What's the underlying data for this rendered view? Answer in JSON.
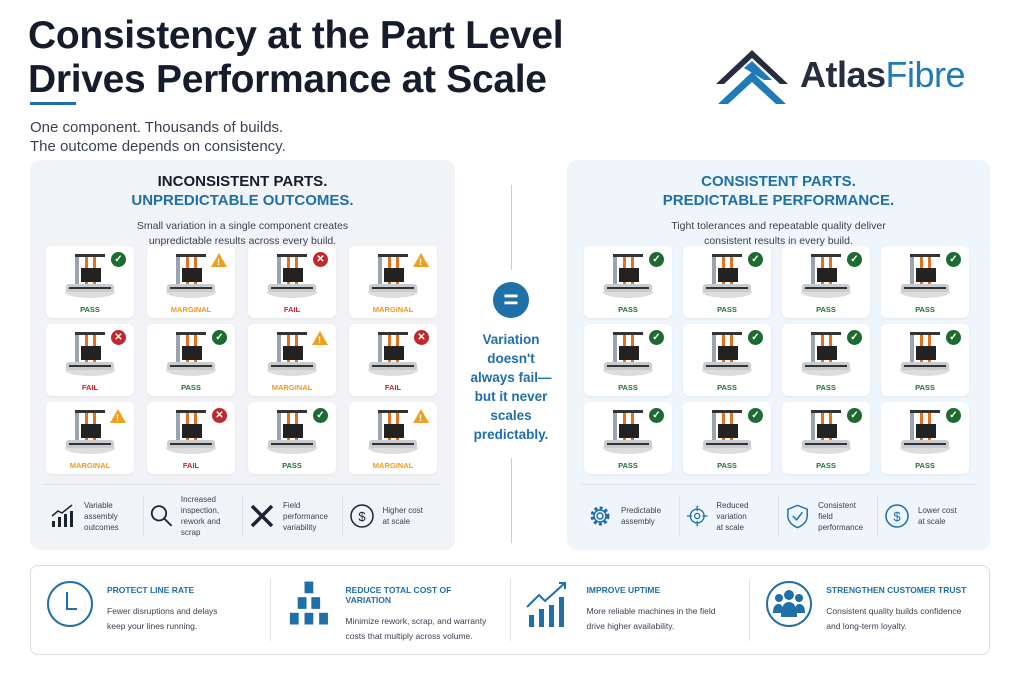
{
  "header": {
    "title_line1": "Consistency at the Part Level",
    "title_line2": "Drives Performance at Scale",
    "subtitle_line1": "One component. Thousands of builds.",
    "subtitle_line2": "The outcome depends on consistency."
  },
  "logo": {
    "part1": "Atlas",
    "part2": "Fibre"
  },
  "left_panel": {
    "heading1": "INCONSISTENT PARTS.",
    "heading2": "UNPREDICTABLE OUTCOMES.",
    "desc_line1": "Small variation in a single component creates",
    "desc_line2": "unpredictable results across every build.",
    "cards": [
      "PASS",
      "MARGINAL",
      "FAIL",
      "MARGINAL",
      "FAIL",
      "PASS",
      "MARGINAL",
      "FAIL",
      "MARGINAL",
      "FAIL",
      "PASS",
      "MARGINAL"
    ],
    "features": [
      {
        "icon": "bar-chart-trend-icon",
        "l1": "Variable",
        "l2": "assembly",
        "l3": "outcomes"
      },
      {
        "icon": "magnifier-icon",
        "l1": "Increased",
        "l2": "inspection,",
        "l3": "rework and scrap"
      },
      {
        "icon": "tools-icon",
        "l1": "Field",
        "l2": "performance",
        "l3": "variability"
      },
      {
        "icon": "dollar-icon",
        "l1": "Higher cost",
        "l2": "at scale",
        "l3": ""
      }
    ]
  },
  "middle": {
    "symbol": "=",
    "l1": "Variation",
    "l2": "doesn't",
    "l3": "always fail—",
    "l4": "but it never",
    "l5": "scales",
    "l6": "predictably."
  },
  "right_panel": {
    "heading1": "CONSISTENT PARTS.",
    "heading2": "PREDICTABLE PERFORMANCE.",
    "desc_line1": "Tight tolerances and repeatable quality deliver",
    "desc_line2": "consistent results in every build.",
    "cards": [
      "PASS",
      "PASS",
      "PASS",
      "PASS",
      "PASS",
      "PASS",
      "PASS",
      "PASS",
      "PASS",
      "PASS",
      "PASS",
      "PASS"
    ],
    "features": [
      {
        "icon": "gear-icon",
        "l1": "Predictable",
        "l2": "assembly"
      },
      {
        "icon": "target-icon",
        "l1": "Reduced variation",
        "l2": "at scale"
      },
      {
        "icon": "shield-check-icon",
        "l1": "Consistent field",
        "l2": "performance"
      },
      {
        "icon": "dollar-icon",
        "l1": "Lower cost",
        "l2": "at scale"
      }
    ]
  },
  "benefits": [
    {
      "icon": "clock-icon",
      "title": "PROTECT LINE RATE",
      "l1": "Fewer disruptions and delays",
      "l2": "keep your lines running."
    },
    {
      "icon": "stacked-boxes-icon",
      "title": "REDUCE TOTAL COST OF VARIATION",
      "l1": "Minimize rework, scrap, and warranty",
      "l2": "costs that multiply across volume."
    },
    {
      "icon": "growth-chart-icon",
      "title": "IMPROVE UPTIME",
      "l1": "More reliable machines in the field",
      "l2": "drive higher availability."
    },
    {
      "icon": "people-icon",
      "title": "STRENGTHEN CUSTOMER TRUST",
      "l1": "Consistent quality builds confidence",
      "l2": "and long-term loyalty."
    }
  ],
  "colors": {
    "accent": "#1f6fa8",
    "pass": "#1e6b32",
    "fail": "#c0282d",
    "marginal": "#f0a020",
    "navy": "#151c2b"
  }
}
